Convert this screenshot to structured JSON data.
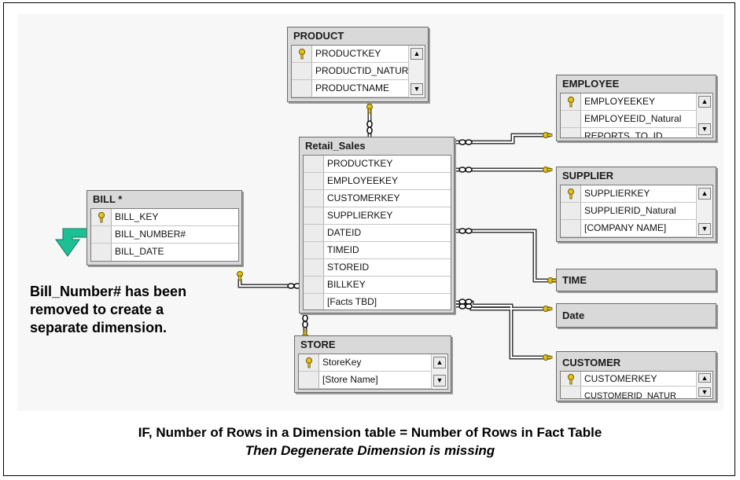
{
  "tables": {
    "product": {
      "title": "PRODUCT",
      "fields": [
        "PRODUCTKEY",
        "PRODUCTID_NATURA",
        "PRODUCTNAME"
      ]
    },
    "employee": {
      "title": "EMPLOYEE",
      "fields": [
        "EMPLOYEEKEY",
        "EMPLOYEEID_Natural",
        "REPORTS_TO_ID"
      ]
    },
    "supplier": {
      "title": "SUPPLIER",
      "fields": [
        "SUPPLIERKEY",
        "SUPPLIERID_Natural",
        "[COMPANY NAME]"
      ]
    },
    "retail_sales": {
      "title": "Retail_Sales",
      "fields": [
        "PRODUCTKEY",
        "EMPLOYEEKEY",
        "CUSTOMERKEY",
        "SUPPLIERKEY",
        "DATEID",
        "TIMEID",
        "STOREID",
        "BILLKEY",
        "[Facts TBD]"
      ]
    },
    "bill": {
      "title": "BILL *",
      "fields": [
        "BILL_KEY",
        "BILL_NUMBER#",
        "BILL_DATE"
      ]
    },
    "store": {
      "title": "STORE",
      "fields": [
        "StoreKey",
        "[Store Name]"
      ]
    },
    "time": {
      "title": "TIME"
    },
    "date": {
      "title": "Date"
    },
    "customer": {
      "title": "CUSTOMER",
      "fields": [
        "CUSTOMERKEY",
        "CUSTOMERID_NATUR"
      ]
    }
  },
  "note": {
    "line1": "Bill_Number#  has been",
    "line2": "removed to create a",
    "line3": "separate dimension."
  },
  "footer": {
    "line1": "IF, Number of Rows in a Dimension table = Number of Rows in Fact Table",
    "line2": "Then Degenerate Dimension is missing"
  },
  "colors": {
    "arrow": "#1fbf95",
    "key": "#e5c21a",
    "table_frame": "#d9d9d9",
    "connector": "#3a3a3a"
  },
  "icons": {
    "primary_key": "key-icon",
    "scroll_up": "scroll-up-icon",
    "scroll_down": "scroll-down-icon",
    "relationship_end": "key-end-icon"
  }
}
